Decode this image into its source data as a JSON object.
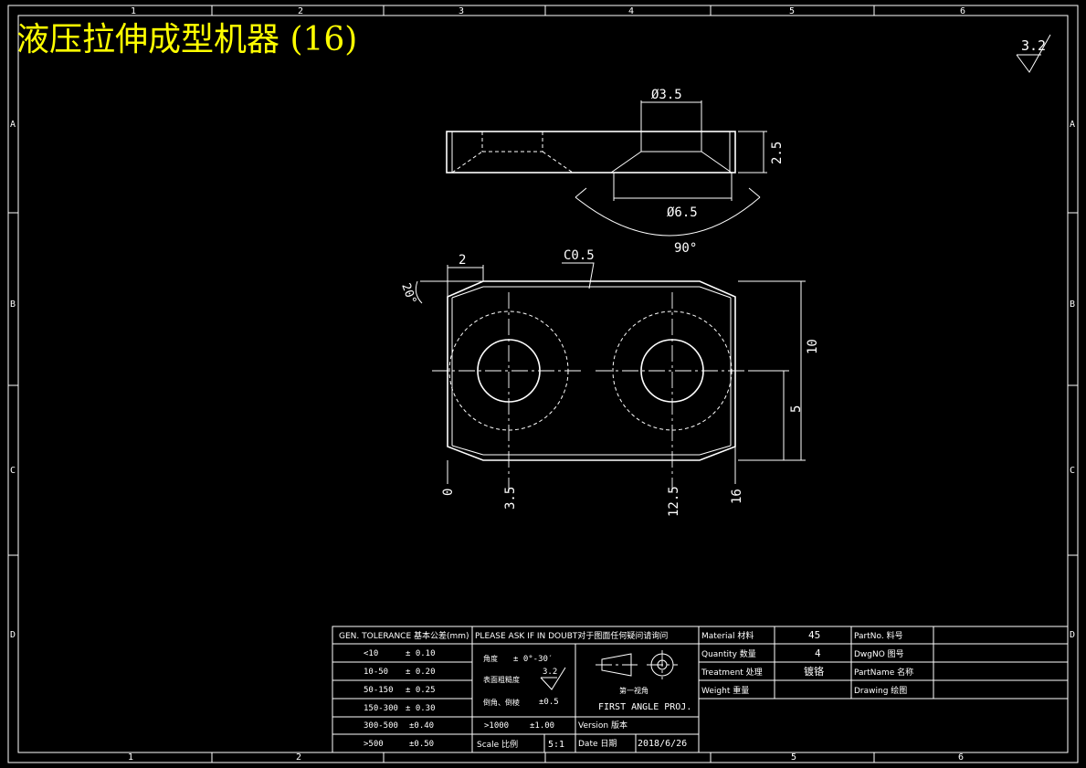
{
  "title": "液压拉伸成型机器 (16)",
  "colors": {
    "background": "#000000",
    "lines": "#ffffff",
    "title": "#ffff00"
  },
  "border": {
    "col_labels": [
      "1",
      "2",
      "3",
      "4",
      "5",
      "6"
    ],
    "row_labels": [
      "A",
      "B",
      "C",
      "D"
    ]
  },
  "roughness_symbol": {
    "value": "3.2"
  },
  "dimensions": {
    "top_hole_diameter": "Ø3.5",
    "top_thickness": "2.5",
    "countersink_diameter": "Ø6.5",
    "countersink_angle": "90°",
    "chamfer_width": "2",
    "chamfer_angle": "20°",
    "edge_chamfer": "C0.5",
    "height_total": "10",
    "height_center": "5",
    "x_0": "0",
    "x_3_5": "3.5",
    "x_12_5": "12.5",
    "x_16": "16"
  },
  "title_block": {
    "gen_tolerance_header": "GEN. TOLERANCE 基本公差(mm)",
    "doubt_note": "PLEASE ASK IF IN DOUBT对于图面任何疑问请询问",
    "tolerance_rows": [
      {
        "range": "<10",
        "tol": "± 0.10"
      },
      {
        "range": "10-50",
        "tol": "± 0.20"
      },
      {
        "range": "50-150",
        "tol": "± 0.25"
      },
      {
        "range": "150-300",
        "tol": "± 0.30"
      },
      {
        "range": "300-500",
        "tol": "±0.40"
      },
      {
        "range": ">500",
        "tol": "±0.50"
      }
    ],
    "angle_label": "角度",
    "angle_tol": "± 0°-30′",
    "roughness_label": "表面粗糙度",
    "roughness_value": "3.2",
    "chamfer_label": "倒角、倒棱",
    "chamfer_value": "±0.5",
    "over1000_range": ">1000",
    "over1000_tol": "±1.00",
    "scale_label": "Scale 比例",
    "scale_value": "5:1",
    "projection_cn": "第一视角",
    "projection_en": "FIRST ANGLE PROJ.",
    "version_label": "Version 版本",
    "date_label": "Date  日期",
    "date_value": "2018/6/26",
    "material_label": "Material 材料",
    "material_value": "45",
    "quantity_label": "Quantity 数量",
    "quantity_value": "4",
    "treatment_label": "Treatment 处理",
    "treatment_value": "镀铬",
    "weight_label": "Weight  重量",
    "partno_label": "PartNo. 料号",
    "dwgno_label": "DwgNO  图号",
    "partname_label": "PartName 名称",
    "drawing_label": "Drawing  绘图"
  }
}
